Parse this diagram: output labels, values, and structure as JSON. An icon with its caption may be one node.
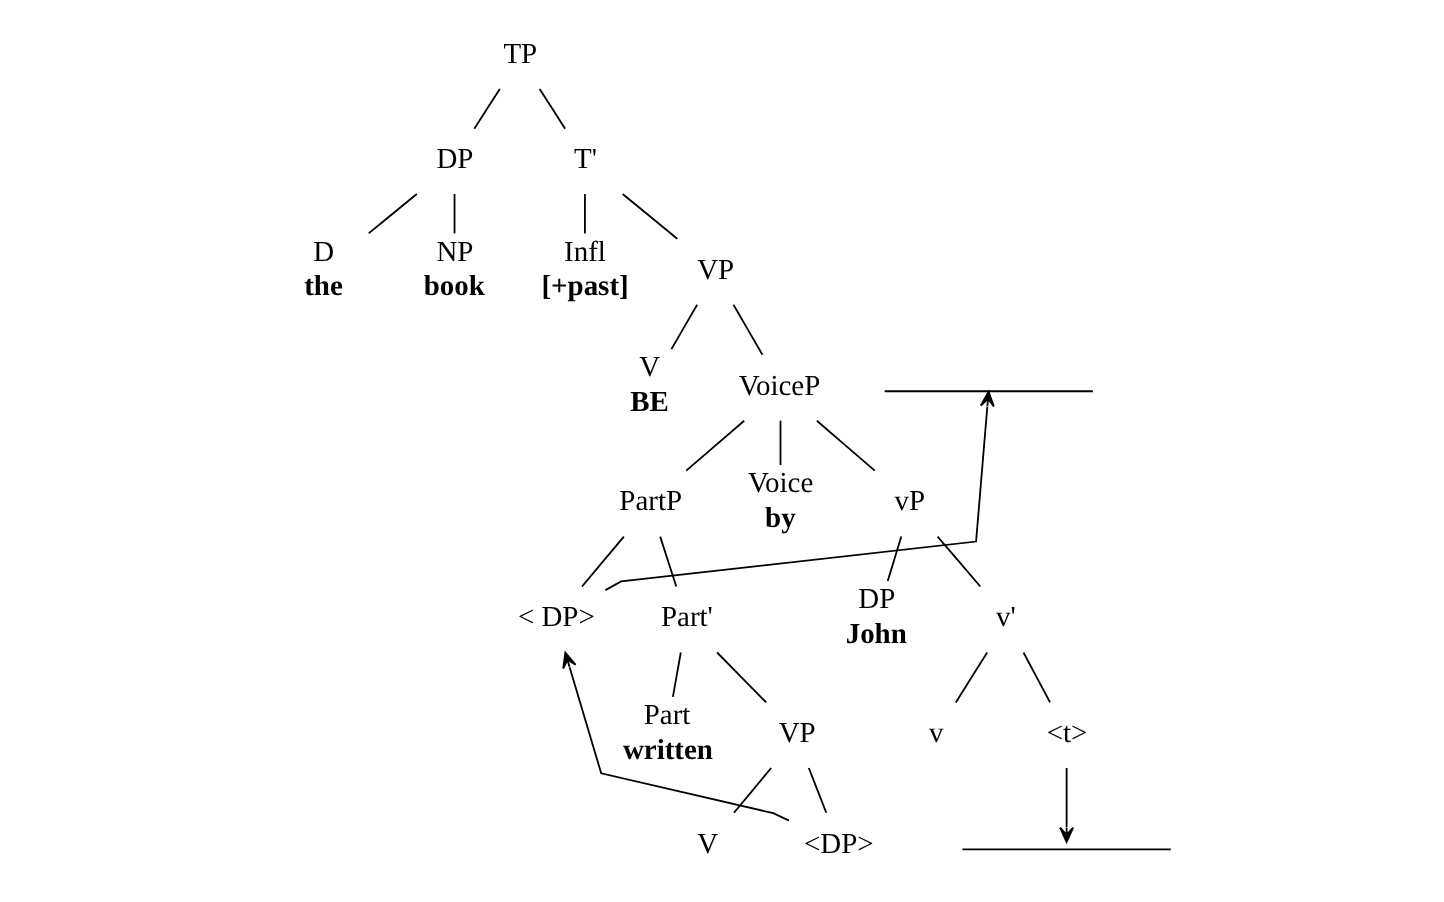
{
  "diagram": {
    "nodes": [
      {
        "text": [
          "TP"
        ]
      },
      {
        "text": [
          "DP"
        ]
      },
      {
        "text": [
          "T'"
        ]
      },
      {
        "text": [
          "D"
        ],
        "beside": [
          "the"
        ]
      },
      {
        "text": [
          "NP"
        ],
        "beside": [
          "book"
        ]
      },
      {
        "text": [
          "Infl"
        ],
        "beside": [
          "[+past]"
        ]
      },
      {
        "text": [
          "VP"
        ]
      },
      {
        "text": [],
        "shape": "bar"
      },
      {
        "text": [
          "V"
        ],
        "beside": [
          "BE"
        ]
      },
      {
        "text": [
          "VoiceP"
        ]
      },
      {
        "text": [
          "PartP"
        ]
      },
      {
        "text": [
          "< DP>"
        ]
      },
      {
        "text": [
          "Part'"
        ]
      },
      {
        "text": [
          "Voice"
        ],
        "beside": [
          "by"
        ]
      },
      {
        "text": [
          "vP"
        ]
      },
      {
        "text": [
          "Part"
        ],
        "beside": [
          "written"
        ]
      },
      {
        "text": [
          "VP"
        ]
      },
      {
        "text": [
          "DP"
        ],
        "beside": [
          "John"
        ]
      },
      {
        "text": [
          "v'"
        ]
      },
      {
        "text": [
          "V"
        ]
      },
      {
        "text": [
          "<DP>"
        ]
      },
      {
        "text": [
          "v"
        ]
      },
      {
        "text": [
          "<t>"
        ]
      },
      {
        "text": [],
        "shape": "bar"
      }
    ],
    "edges": [
      {
        "from": 0,
        "to": 1,
        "arrow": "none"
      },
      {
        "from": 0,
        "to": 2,
        "arrow": "none"
      },
      {
        "from": 1,
        "to": 3,
        "arrow": "none"
      },
      {
        "from": 1,
        "to": 4,
        "arrow": "none"
      },
      {
        "from": 2,
        "to": 5,
        "arrow": "none"
      },
      {
        "from": 2,
        "to": 6,
        "arrow": "none"
      },
      {
        "from": 6,
        "to": 8,
        "arrow": "none"
      },
      {
        "from": 6,
        "to": 9,
        "arrow": "none"
      },
      {
        "from": 9,
        "to": 10,
        "arrow": "none"
      },
      {
        "from": 9,
        "to": 13,
        "arrow": "none"
      },
      {
        "from": 9,
        "to": 14,
        "arrow": "none"
      },
      {
        "from": 10,
        "to": 11,
        "arrow": "none"
      },
      {
        "from": 10,
        "to": 12,
        "arrow": "none"
      },
      {
        "from": 12,
        "to": 15,
        "arrow": "none"
      },
      {
        "from": 12,
        "to": 16,
        "arrow": "none"
      },
      {
        "from": 14,
        "to": 17,
        "arrow": "none"
      },
      {
        "from": 14,
        "to": 18,
        "arrow": "none"
      },
      {
        "from": 16,
        "to": 19,
        "arrow": "none"
      },
      {
        "from": 16,
        "to": 20,
        "arrow": "none"
      },
      {
        "from": 18,
        "to": 21,
        "arrow": "none"
      },
      {
        "from": 18,
        "to": 22,
        "arrow": "none"
      },
      {
        "from": 11,
        "to": 7,
        "arrow": "to"
      },
      {
        "from": 20,
        "to": 11,
        "arrow": "to"
      },
      {
        "from": 22,
        "to": 23,
        "arrow": "to"
      }
    ]
  }
}
